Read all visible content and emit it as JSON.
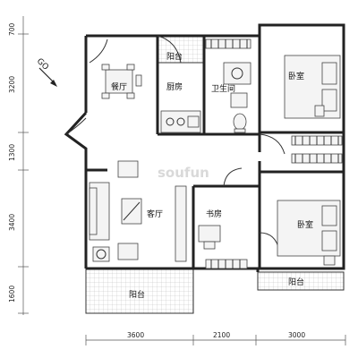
{
  "rooms": {
    "dining": "餐厅",
    "balcony_top": "阳台",
    "kitchen": "厨房",
    "bathroom": "卫生间",
    "bedroom_top": "卧室",
    "living": "客厅",
    "study": "书房",
    "bedroom_bottom": "卧室",
    "balcony_bottom_left": "阳台",
    "balcony_bottom_right": "阳台"
  },
  "dimensions": {
    "left": [
      "700",
      "3200",
      "1300",
      "3400",
      "1600"
    ],
    "bottom": [
      "3600",
      "2100",
      "3000"
    ]
  },
  "compass": {
    "label": "GO"
  },
  "watermark": "soufun"
}
